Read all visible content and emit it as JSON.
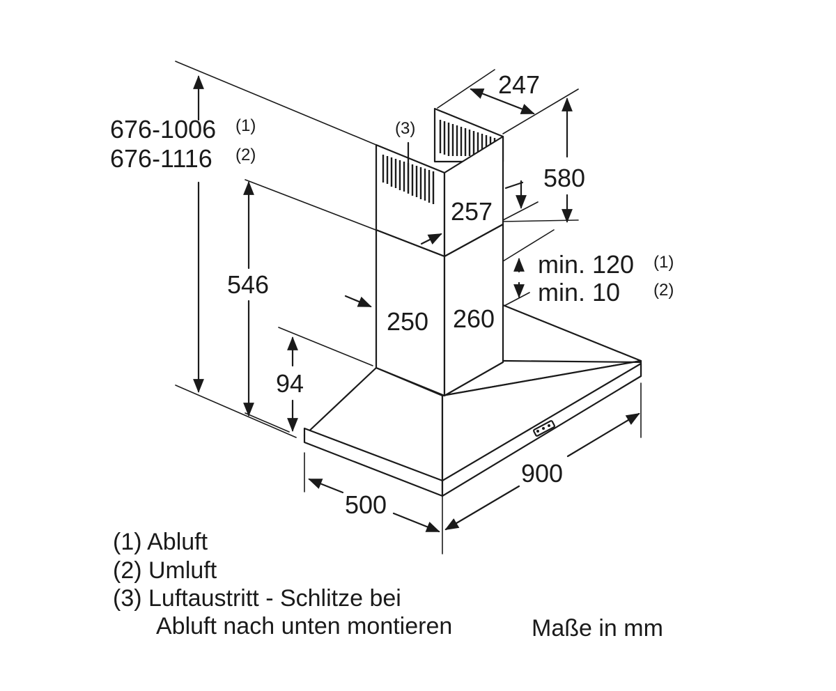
{
  "dimensions": {
    "height_total_1": "676-1006",
    "height_total_1_note": "(1)",
    "height_total_2": "676-1116",
    "height_total_2_note": "(2)",
    "chimney_depth": "247",
    "upper_chimney_height": "580",
    "overlap": "257",
    "chimney_height_lower": "546",
    "hood_height": "94",
    "chimney_width": "250",
    "chimney_side": "260",
    "min_gap_1": "min. 120",
    "min_gap_1_note": "(1)",
    "min_gap_2": "min. 10",
    "min_gap_2_note": "(2)",
    "hood_width": "900",
    "hood_depth": "500",
    "slot_callout": "(3)"
  },
  "legend": {
    "item1": "(1) Abluft",
    "item2": "(2) Umluft",
    "item3_line1": "(3) Luftaustritt - Schlitze bei",
    "item3_line2": "Abluft nach unten montieren",
    "units": "Maße in mm"
  }
}
